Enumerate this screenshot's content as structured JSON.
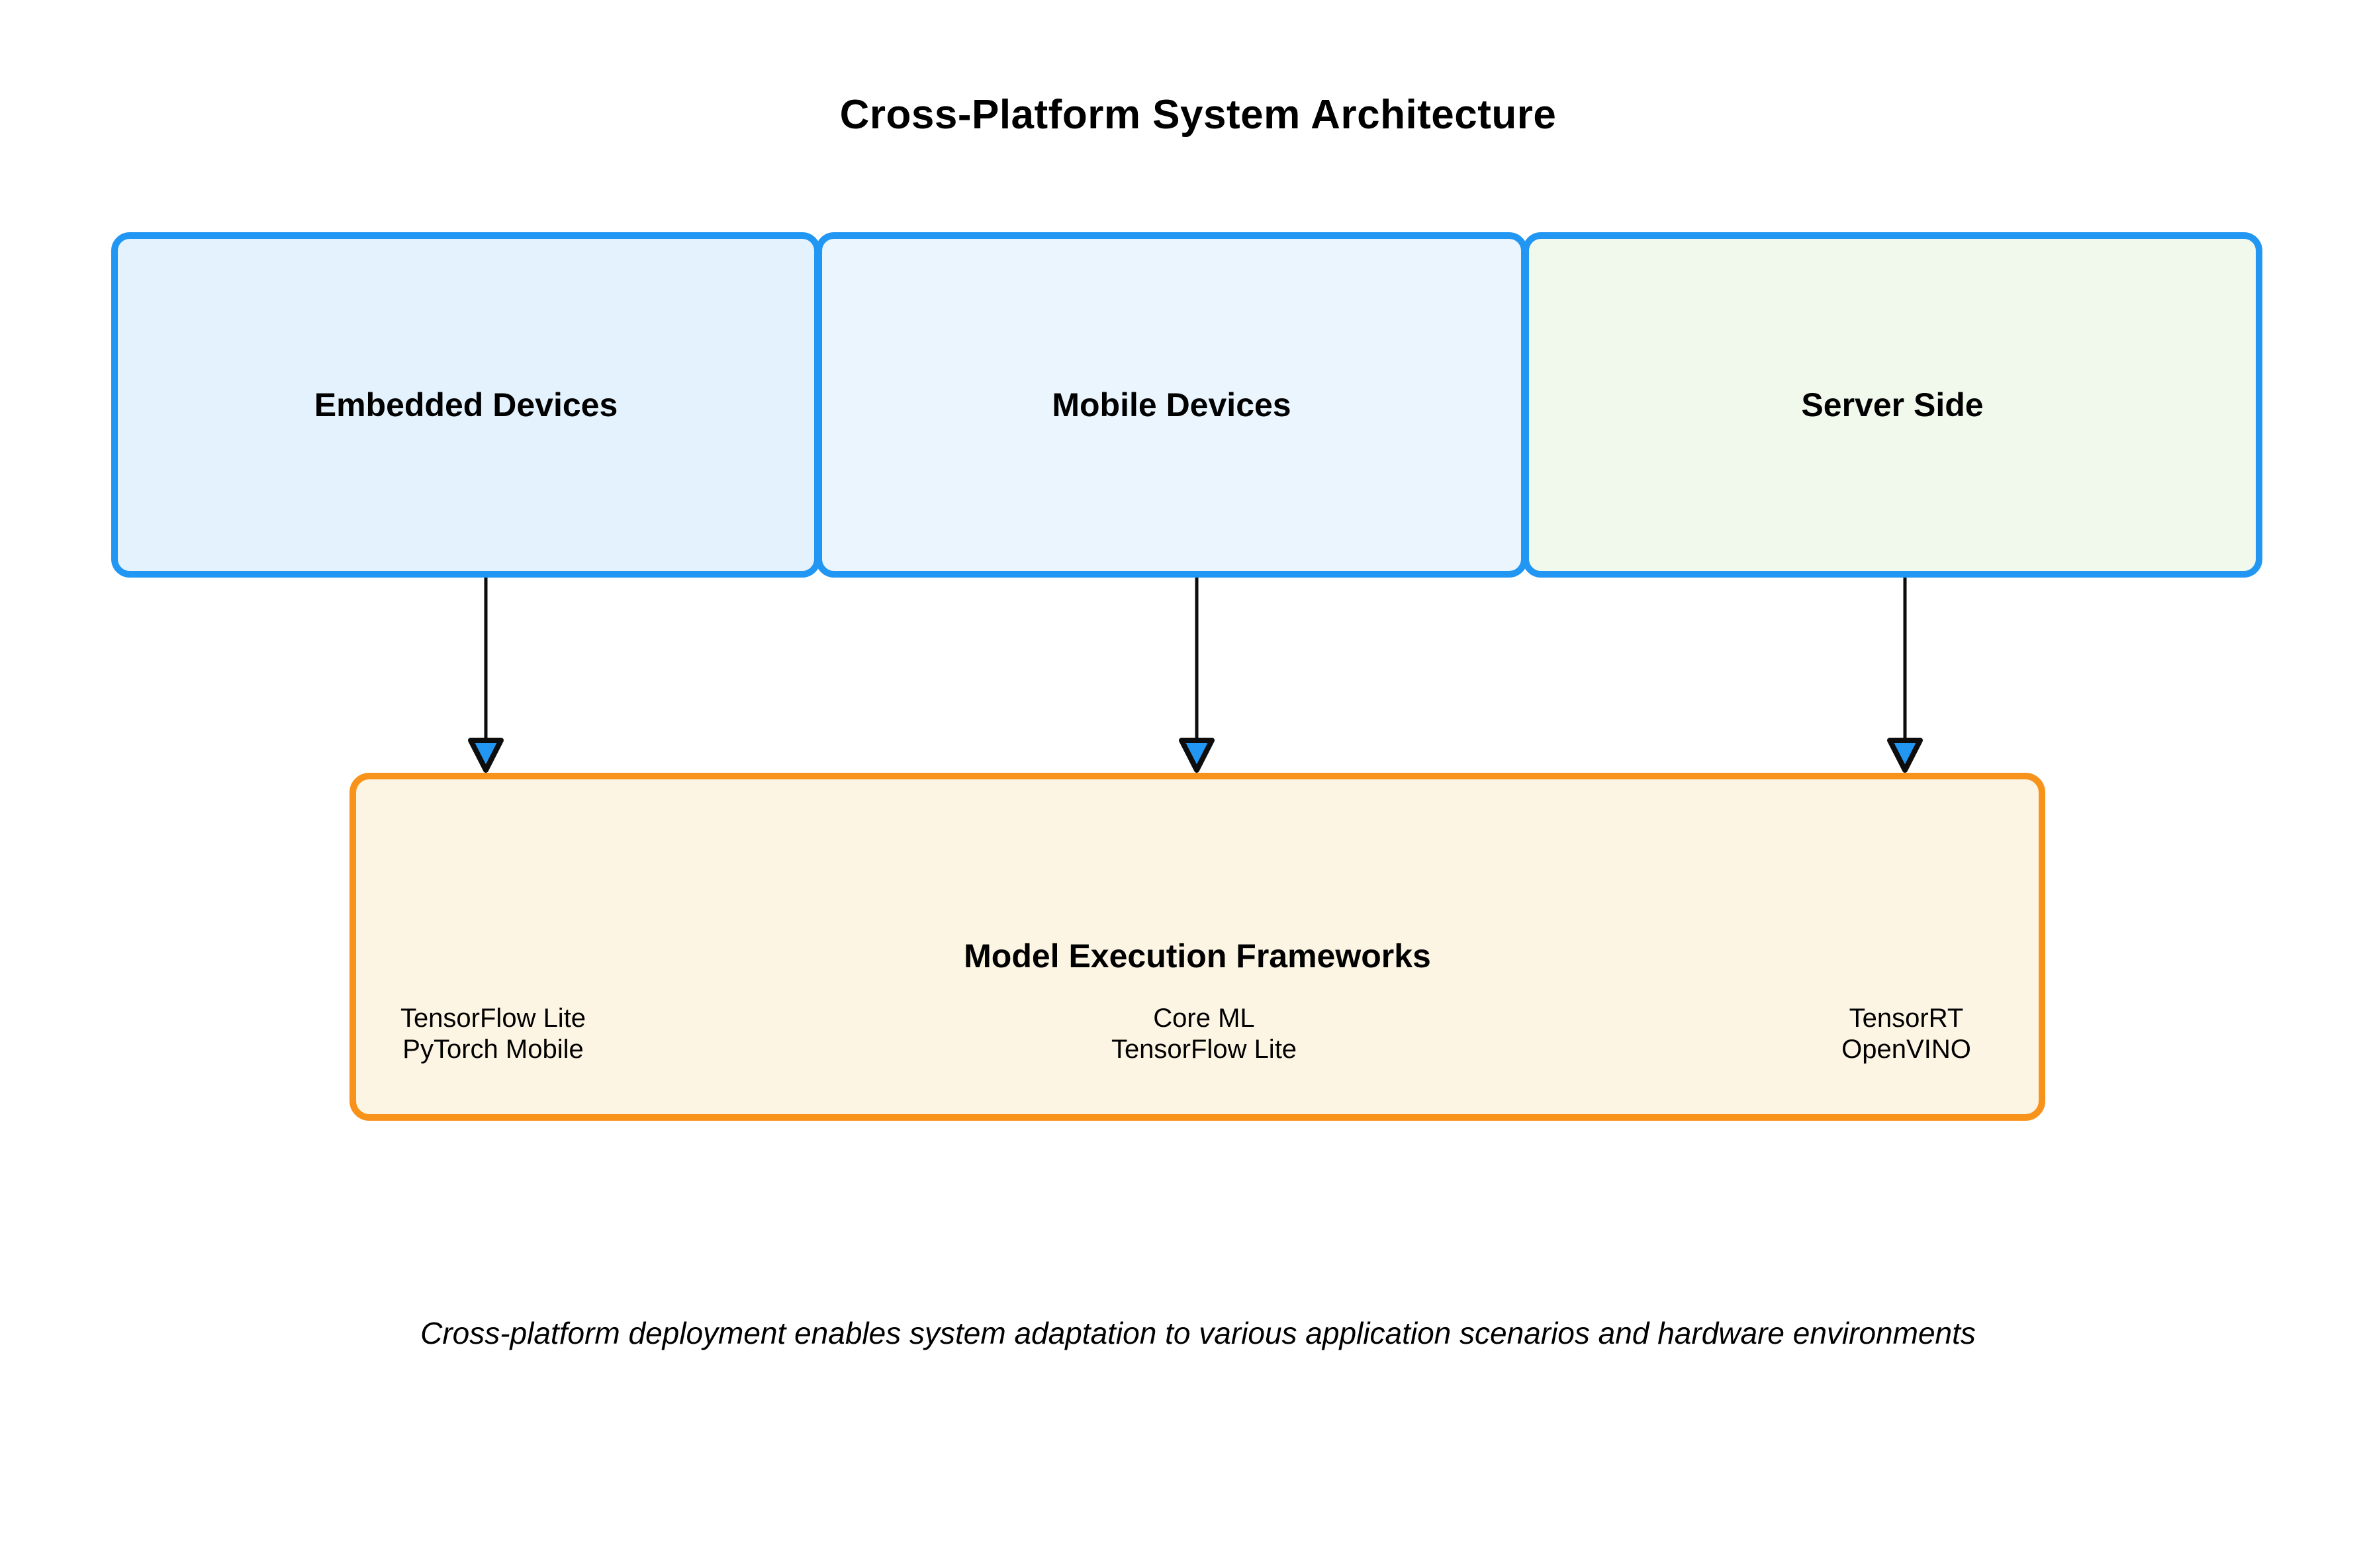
{
  "title": "Cross-Platform System Architecture",
  "platforms": [
    {
      "label": "Embedded Devices",
      "fill": "#E3F2FD"
    },
    {
      "label": "Mobile Devices",
      "fill": "#EAF5FE"
    },
    {
      "label": "Server Side",
      "fill": "#F1F9EC"
    }
  ],
  "frameworks_box": {
    "title": "Model Execution Frameworks",
    "columns": [
      {
        "lines": [
          "TensorFlow Lite",
          "PyTorch Mobile"
        ]
      },
      {
        "lines": [
          "Core ML",
          "TensorFlow Lite"
        ]
      },
      {
        "lines": [
          "TensorRT",
          "OpenVINO"
        ]
      }
    ]
  },
  "caption": "Cross-platform deployment enables system adaptation to various application scenarios and hardware environments",
  "colors": {
    "platform_border": "#2196F3",
    "frameworks_border": "#F7921B",
    "frameworks_fill": "#FDF5E3",
    "arrow_line": "#0D0D0D",
    "arrowhead_fill": "#2196F3",
    "arrowhead_outline": "#0D0D0D"
  }
}
